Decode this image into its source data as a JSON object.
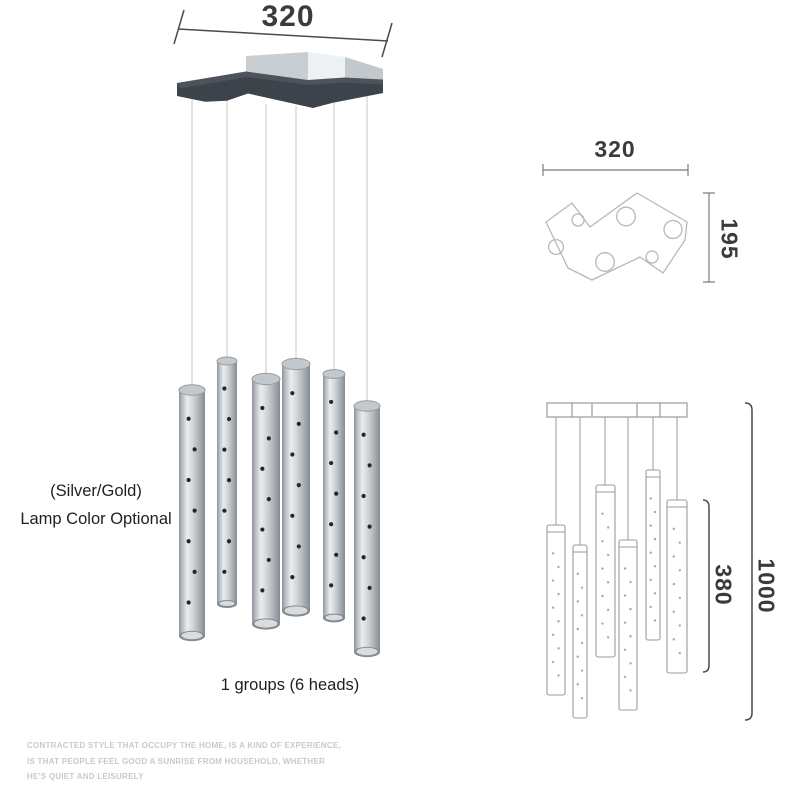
{
  "labels": {
    "main_width": "320",
    "plan_width": "320",
    "plan_depth": "195",
    "tube_length": "380",
    "total_drop": "1000"
  },
  "notes": {
    "color_line1": "(Silver/Gold)",
    "color_line2": "Lamp Color Optional",
    "grouping": "1 groups (6 heads)"
  },
  "slogan": {
    "line1": "CONTRACTED STYLE THAT OCCUPY THE HOME, IS A KIND OF EXPERIENCE,",
    "line2": "IS THAT PEOPLE FEEL GOOD A SUNRISE FROM HOUSEHOLD, WHETHER",
    "line3": "HE'S QUIET AND LEISURELY"
  },
  "dimensions": {
    "canopy_width": 320,
    "canopy_depth": 195,
    "tube_length": 380,
    "total_height": 1000
  },
  "colors": {
    "canopy_dark": "#3d434b",
    "canopy_wall_gray": "#c9ced2",
    "canopy_wall_light": "#eef1f4",
    "silver_edge": "#8e959b",
    "silver_highlight": "#e9edef",
    "drawing_line_gray": "#9b9b9b",
    "plan_line_gray": "#b8b8b8",
    "dimension_text": "#3b3b3b",
    "slogan_gray": "#c9c9c9"
  }
}
